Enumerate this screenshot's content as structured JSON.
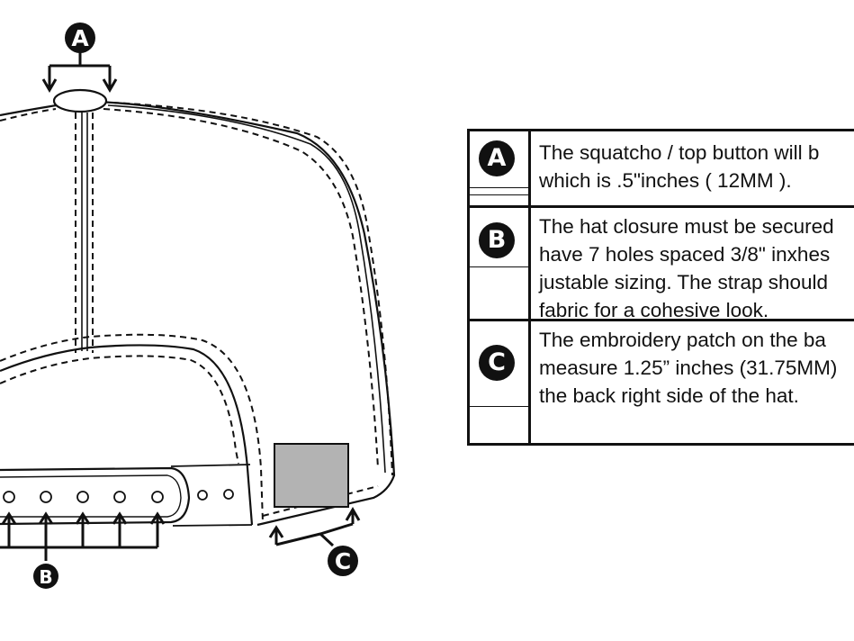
{
  "callouts": {
    "a": {
      "letter": "A"
    },
    "b": {
      "letter": "B"
    },
    "c": {
      "letter": "C"
    }
  },
  "legend": {
    "rows": [
      {
        "letter": "A",
        "lines": [
          "The squatcho / top button will b",
          "which is .5\"inches ( 12MM )."
        ]
      },
      {
        "letter": "B",
        "lines": [
          "The hat closure must be secured",
          "have 7 holes spaced 3/8\" inxhes",
          "justable sizing. The strap should",
          "fabric for a cohesive look."
        ]
      },
      {
        "letter": "C",
        "lines": [
          "The embroidery patch on the ba",
          "measure 1.25” inches (31.75MM)",
          "the back right side of the hat."
        ]
      }
    ]
  },
  "colors": {
    "ink": "#111111",
    "patch": "#b3b3b3",
    "background": "#ffffff"
  }
}
